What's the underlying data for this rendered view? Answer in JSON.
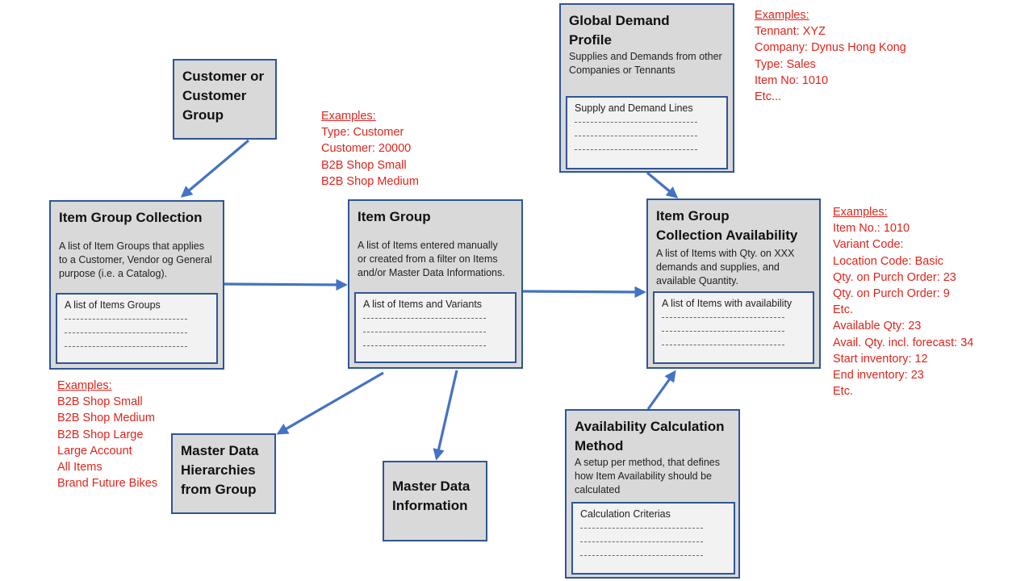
{
  "boxes": {
    "customer_group": {
      "title": [
        "Customer or",
        "Customer",
        "Group"
      ]
    },
    "item_group_collection": {
      "title": [
        "Item Group Collection"
      ],
      "desc": [
        "A list of Item Groups that applies",
        "to a Customer, Vendor og General",
        "purpose (i.e. a Catalog)."
      ],
      "inner_label": "A list of Items Groups"
    },
    "item_group": {
      "title": [
        "Item Group"
      ],
      "desc": [
        "A list of Items entered manually",
        "or created from a filter on Items",
        "and/or Master Data Informations."
      ],
      "inner_label": "A list of Items and Variants"
    },
    "global_demand_profile": {
      "title": [
        "Global Demand",
        "Profile"
      ],
      "desc": [
        "Supplies and Demands from other",
        "Companies or Tennants"
      ],
      "inner_label": "Supply and Demand Lines"
    },
    "collection_availability": {
      "title": [
        "Item Group",
        "Collection Availability"
      ],
      "desc": [
        "A list of Items with Qty. on XXX",
        "demands and supplies, and",
        "available Quantity."
      ],
      "inner_label": "A list of Items with availability"
    },
    "master_data_hierarchies": {
      "title": [
        "Master Data",
        "Hierarchies",
        "from Group"
      ]
    },
    "master_data_information": {
      "title": [
        "Master Data",
        "Information"
      ]
    },
    "availability_calc": {
      "title": [
        "Availability Calculation",
        "Method"
      ],
      "desc": [
        "A setup per method, that defines",
        "how Item Availability should be",
        "calculated"
      ],
      "inner_label": "Calculation Criterias"
    }
  },
  "examples": {
    "item_group": {
      "heading": "Examples:",
      "lines": [
        "Type: Customer",
        "Customer: 20000",
        "B2B Shop Small",
        "B2B Shop Medium"
      ]
    },
    "global_demand": {
      "heading": "Examples:",
      "lines": [
        "Tennant: XYZ",
        "Company: Dynus Hong Kong",
        "Type: Sales",
        "Item No: 1010",
        "Etc..."
      ]
    },
    "collection": {
      "heading": "Examples:",
      "lines": [
        "B2B Shop Small",
        "B2B Shop Medium",
        "B2B Shop Large",
        "Large Account",
        "All Items",
        "Brand Future Bikes"
      ]
    },
    "availability": {
      "heading": "Examples:",
      "lines": [
        "Item No.: 1010",
        "Variant Code:",
        "Location Code: Basic",
        "Qty. on Purch Order: 23",
        "Qty. on Purch Order: 9",
        "Etc.",
        "Available Qty: 23",
        "Avail. Qty. incl. forecast: 34",
        "Start inventory: 12",
        "End inventory: 23",
        "Etc."
      ]
    }
  },
  "colors": {
    "box_fill": "#d9d9d9",
    "box_border": "#2f5597",
    "arrow": "#4472c4",
    "example_text": "#e0241b"
  }
}
